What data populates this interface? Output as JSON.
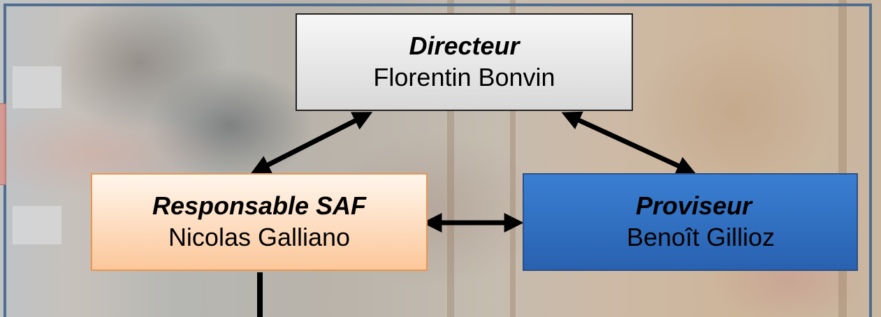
{
  "nodes": {
    "directeur": {
      "role": "Directeur",
      "name": "Florentin Bonvin"
    },
    "responsable": {
      "role": "Responsable SAF",
      "name": "Nicolas Galliano"
    },
    "proviseur": {
      "role": "Proviseur",
      "name": "Benoît Gillioz"
    }
  },
  "edges": [
    {
      "from": "directeur",
      "to": "responsable",
      "type": "bidirectional"
    },
    {
      "from": "directeur",
      "to": "proviseur",
      "type": "bidirectional"
    },
    {
      "from": "responsable",
      "to": "proviseur",
      "type": "bidirectional"
    },
    {
      "from": "responsable",
      "to": "below",
      "type": "line"
    }
  ],
  "colors": {
    "frame": "#4f6d8e",
    "directeur_fill": "#e6e6e6",
    "responsable_fill": "#fdd7b4",
    "responsable_border": "#e89650",
    "proviseur_fill": "#3070c4",
    "connector": "#000000"
  }
}
